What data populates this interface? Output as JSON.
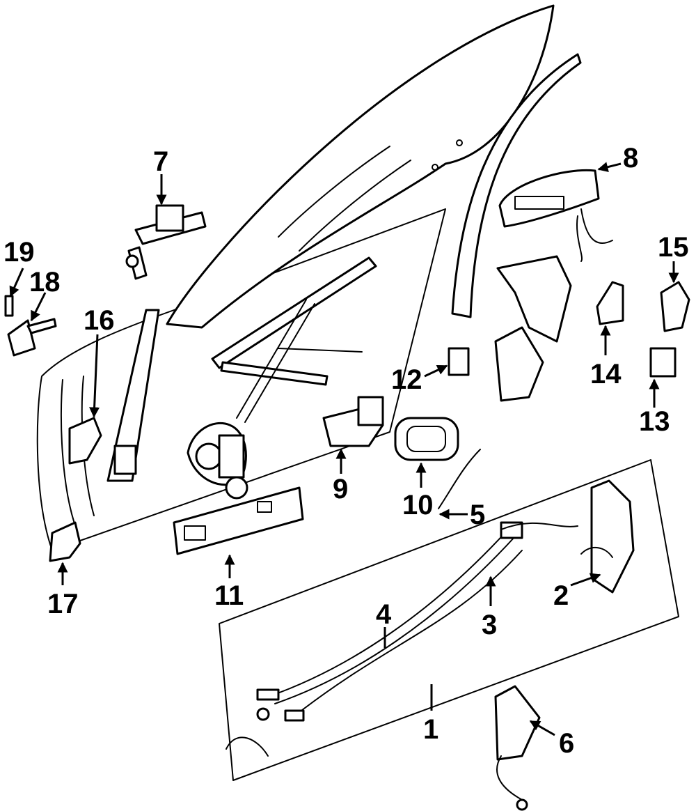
{
  "callouts": {
    "c1": "1",
    "c2": "2",
    "c3": "3",
    "c4": "4",
    "c5": "5",
    "c6": "6",
    "c7": "7",
    "c8": "8",
    "c9": "9",
    "c10": "10",
    "c11": "11",
    "c12": "12",
    "c13": "13",
    "c14": "14",
    "c15": "15",
    "c16": "16",
    "c17": "17",
    "c18": "18",
    "c19": "19"
  },
  "colors": {
    "line": "#000000",
    "background": "#ffffff"
  }
}
